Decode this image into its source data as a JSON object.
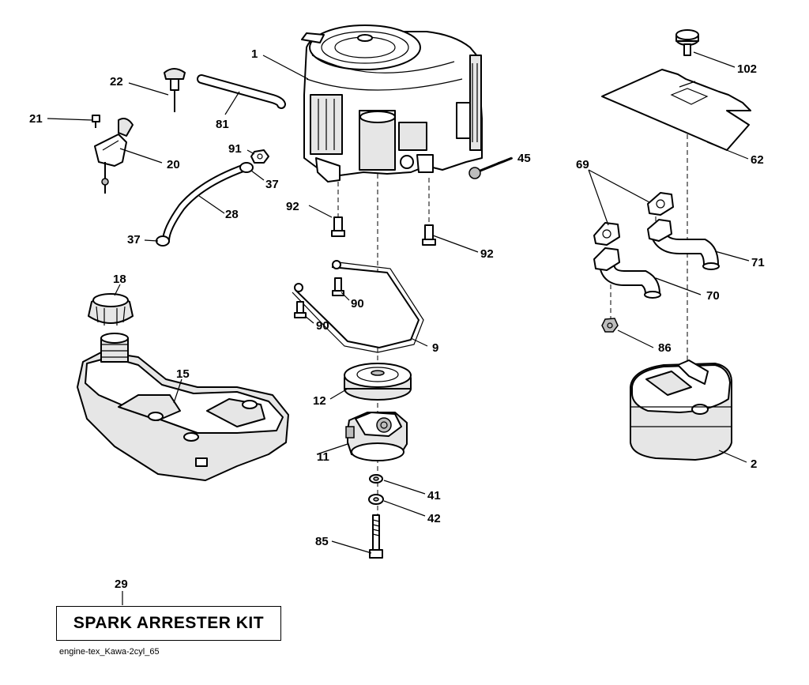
{
  "callouts": {
    "c1": "1",
    "c2": "2",
    "c9": "9",
    "c11": "11",
    "c12": "12",
    "c15": "15",
    "c18": "18",
    "c20": "20",
    "c21": "21",
    "c22": "22",
    "c28": "28",
    "c29": "29",
    "c37a": "37",
    "c37b": "37",
    "c41": "41",
    "c42": "42",
    "c45": "45",
    "c62": "62",
    "c69": "69",
    "c70": "70",
    "c71": "71",
    "c81": "81",
    "c85": "85",
    "c86": "86",
    "c90a": "90",
    "c90b": "90",
    "c91": "91",
    "c92a": "92",
    "c92b": "92",
    "c102": "102"
  },
  "kit_label": "SPARK ARRESTER KIT",
  "diagram_code": "engine-tex_Kawa-2cyl_65"
}
